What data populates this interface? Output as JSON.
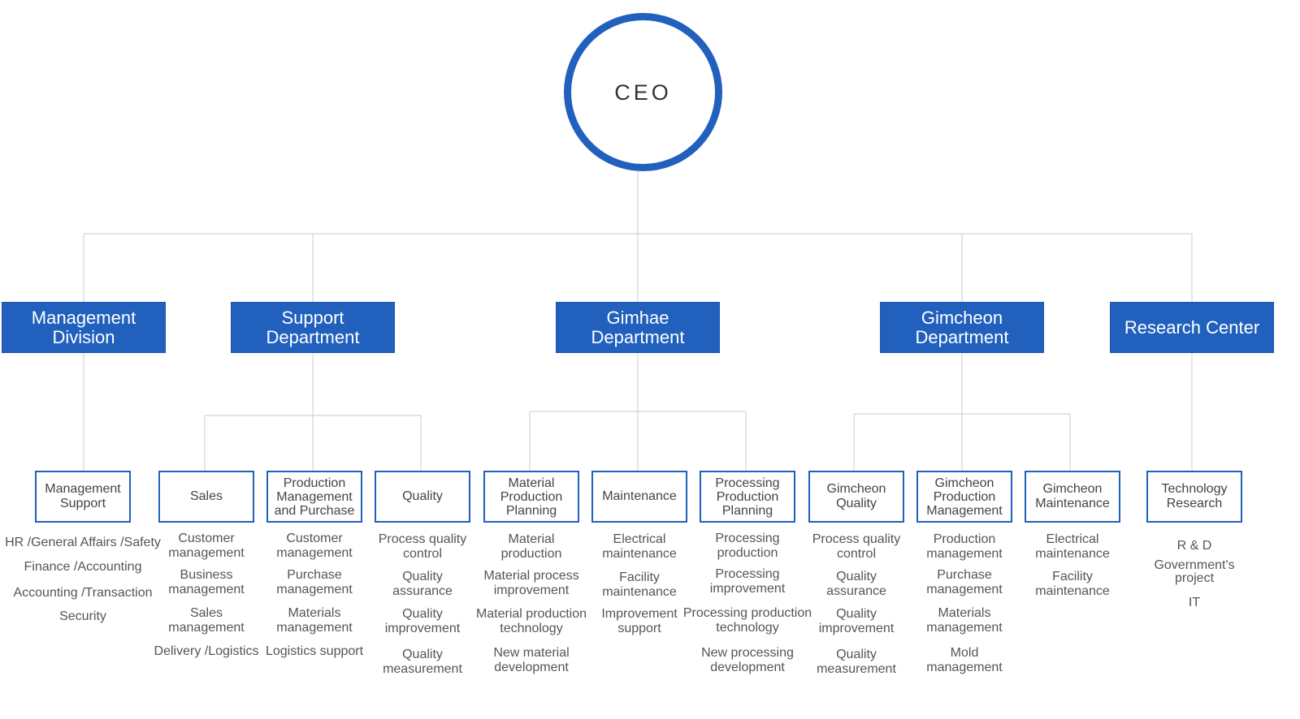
{
  "ceo": {
    "label": "CEO"
  },
  "departments": [
    {
      "name": "Management\nDivision"
    },
    {
      "name": "Support\nDepartment"
    },
    {
      "name": "Gimhae\nDepartment"
    },
    {
      "name": "Gimcheon\nDepartment"
    },
    {
      "name": "Research Center"
    }
  ],
  "units": [
    {
      "name": "Management\nSupport",
      "items": [
        "HR /General Affairs /Safety",
        "Finance /Accounting",
        "Accounting /Transaction",
        "Security"
      ]
    },
    {
      "name": "Sales",
      "items": [
        "Customer\nmanagement",
        "Business\nmanagement",
        "Sales\nmanagement",
        "Delivery /Logistics"
      ]
    },
    {
      "name": "Production\nManagement\nand Purchase",
      "items": [
        "Customer\nmanagement",
        "Purchase\nmanagement",
        "Materials\nmanagement",
        "Logistics support"
      ]
    },
    {
      "name": "Quality",
      "items": [
        "Process quality\ncontrol",
        "Quality\nassurance",
        "Quality\nimprovement",
        "Quality\nmeasurement"
      ]
    },
    {
      "name": "Material\nProduction\nPlanning",
      "items": [
        "Material\nproduction",
        "Material process\nimprovement",
        "Material production\ntechnology",
        "New material\ndevelopment"
      ]
    },
    {
      "name": "Maintenance",
      "items": [
        "Electrical\nmaintenance",
        "Facility\nmaintenance",
        "Improvement\nsupport"
      ]
    },
    {
      "name": "Processing\nProduction\nPlanning",
      "items": [
        "Processing\nproduction",
        "Processing\nimprovement",
        "Processing production\ntechnology",
        "New processing\ndevelopment"
      ]
    },
    {
      "name": "Gimcheon\nQuality",
      "items": [
        "Process quality\ncontrol",
        "Quality\nassurance",
        "Quality\nimprovement",
        "Quality\nmeasurement"
      ]
    },
    {
      "name": "Gimcheon\nProduction\nManagement",
      "items": [
        "Production\nmanagement",
        "Purchase\nmanagement",
        "Materials\nmanagement",
        "Mold\nmanagement"
      ]
    },
    {
      "name": "Gimcheon\nMaintenance",
      "items": [
        "Electrical\nmaintenance",
        "Facility\nmaintenance"
      ]
    },
    {
      "name": "Technology\nResearch",
      "items": [
        "R & D",
        "Government's\nproject",
        "IT"
      ]
    }
  ],
  "colors": {
    "primary": "#2160bd",
    "connector": "#d4d4d4",
    "text": "#555555"
  }
}
